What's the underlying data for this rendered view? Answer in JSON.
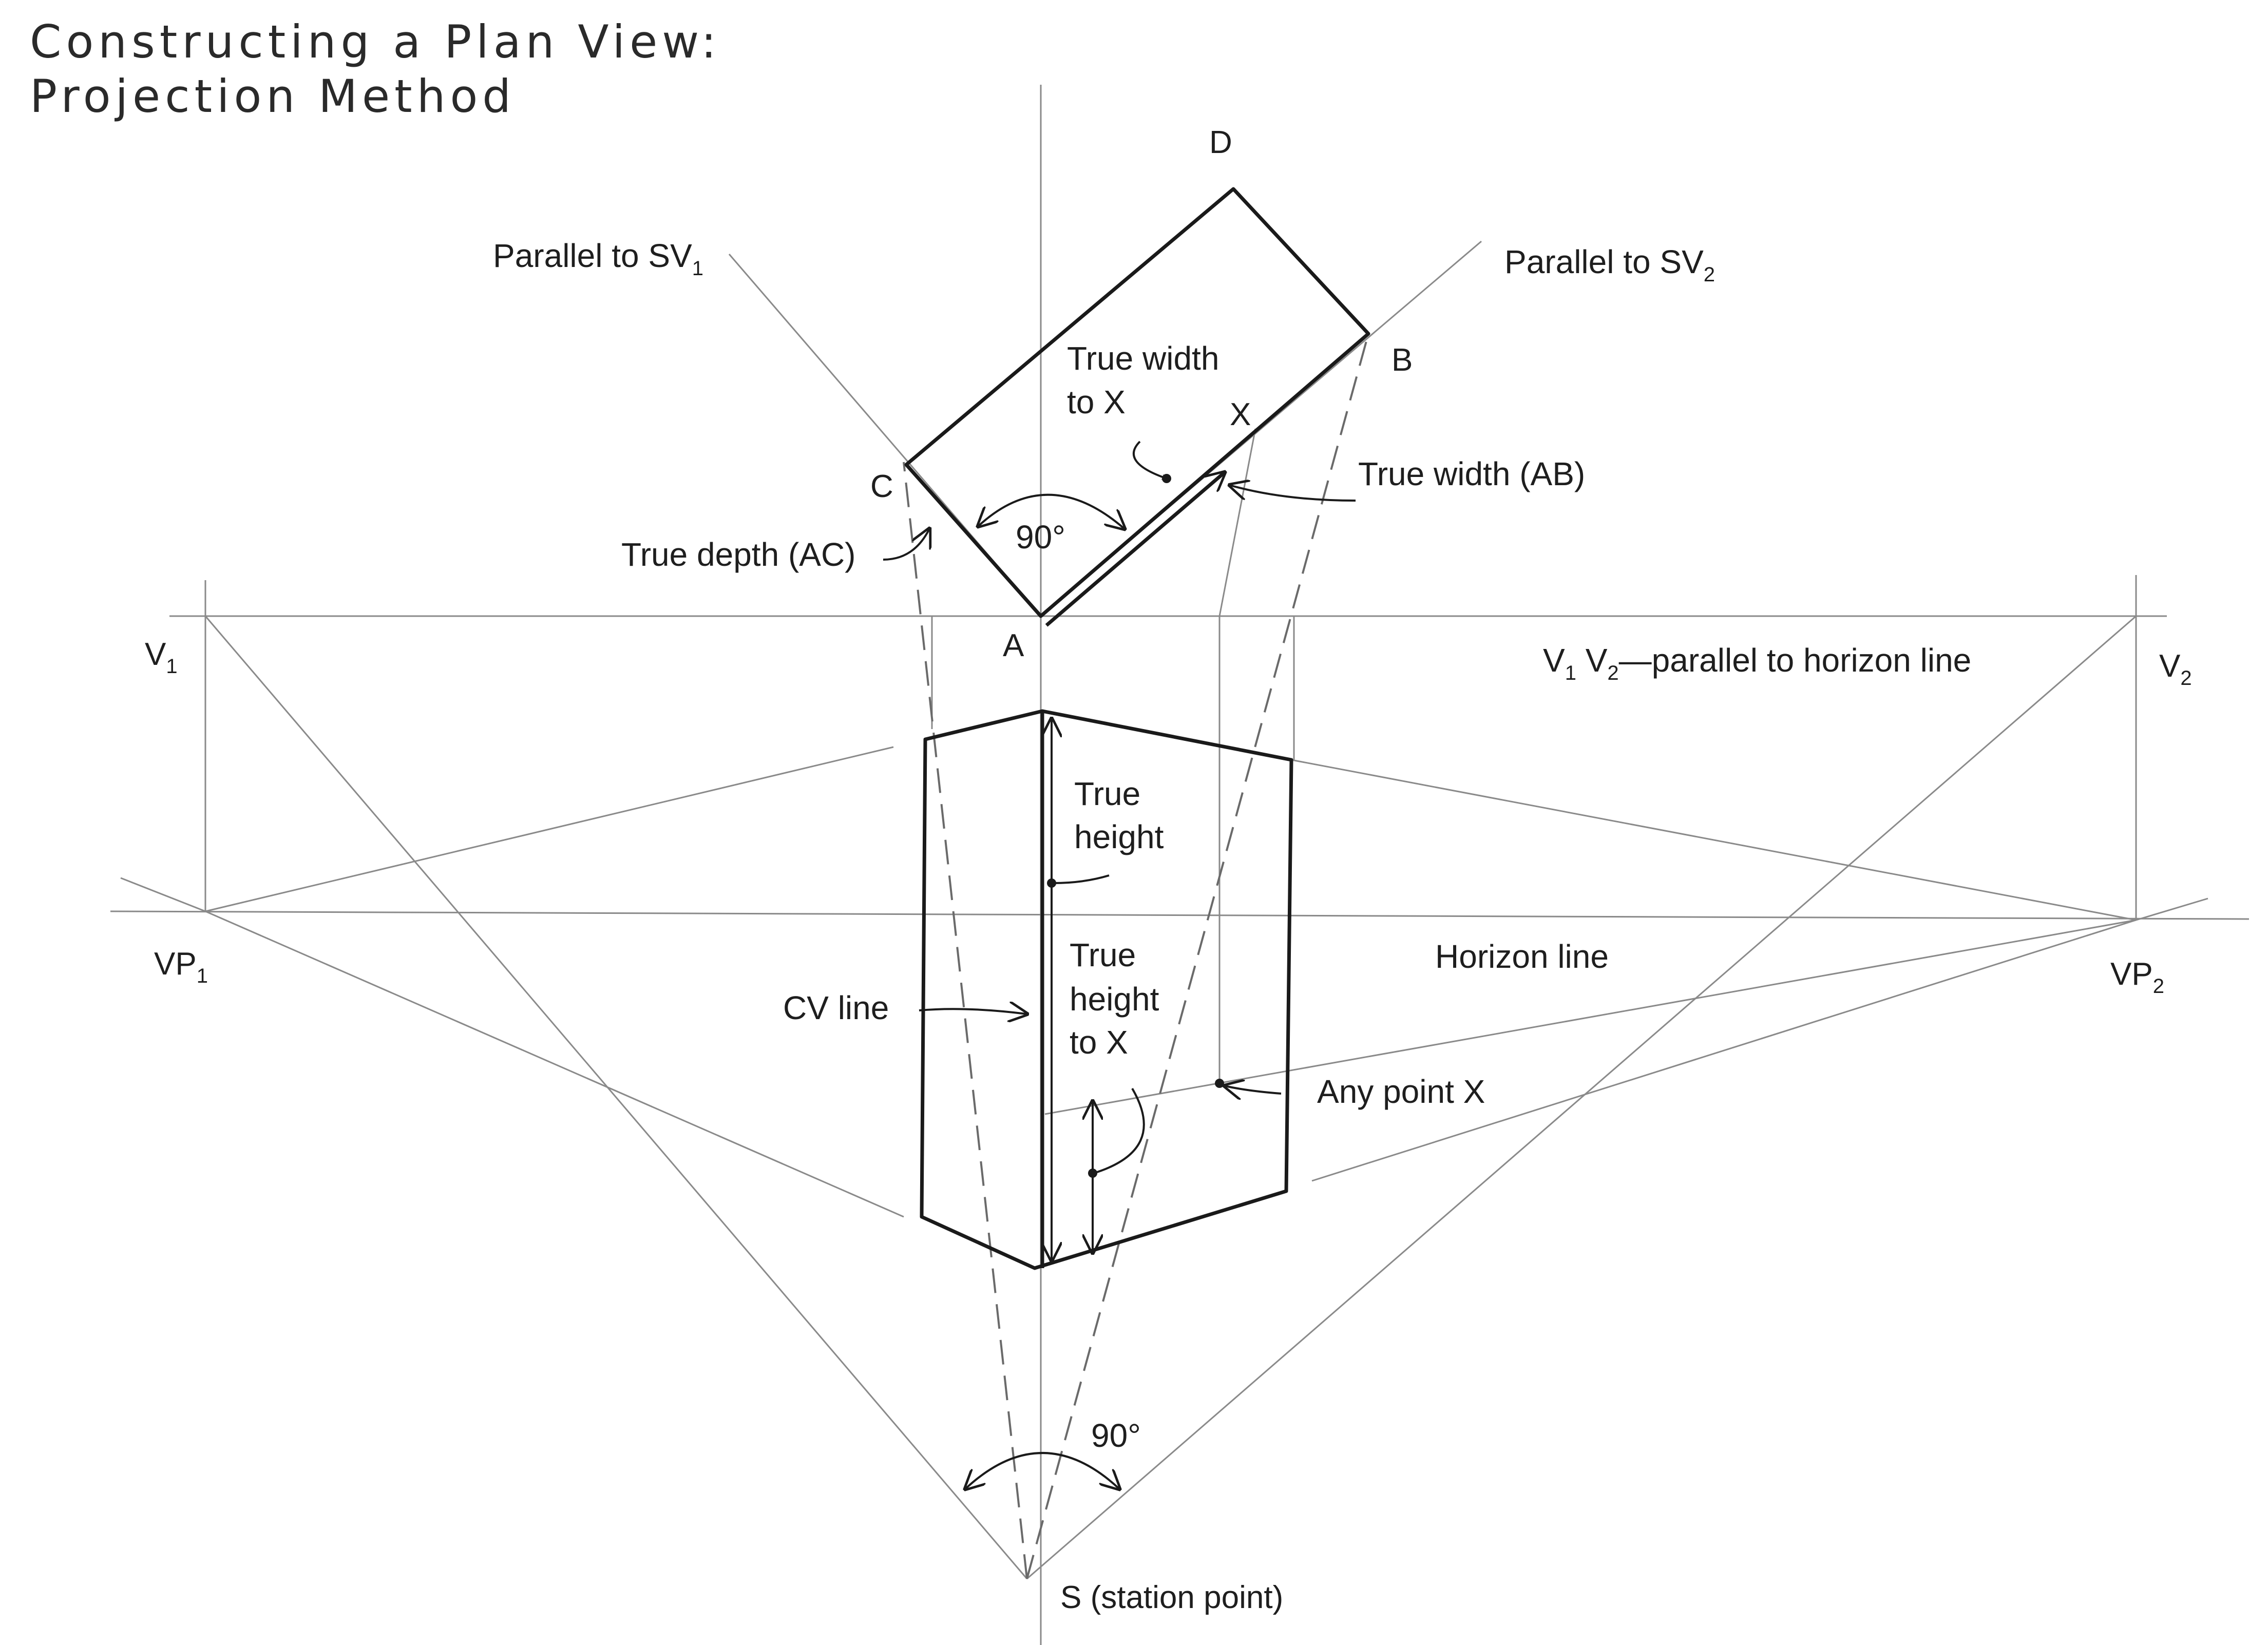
{
  "title": {
    "line1": "Constructing a Plan View:",
    "line2": "Projection Method"
  },
  "points": {
    "A": "A",
    "B": "B",
    "C": "C",
    "D": "D",
    "X": "X",
    "V1": {
      "base": "V",
      "sub": "1"
    },
    "V2": {
      "base": "V",
      "sub": "2"
    },
    "VP1": {
      "base": "VP",
      "sub": "1"
    },
    "VP2": {
      "base": "VP",
      "sub": "2"
    },
    "S": "S (station point)"
  },
  "labels": {
    "parallel_sv1": {
      "base": "Parallel to SV",
      "sub": "1"
    },
    "parallel_sv2": {
      "base": "Parallel to SV",
      "sub": "2"
    },
    "true_width_x": {
      "line1": "True width",
      "line2": "to X"
    },
    "true_width_ab": "True width (AB)",
    "true_depth_ac": "True depth (AC)",
    "angle_top": "90°",
    "angle_bottom": "90°",
    "v1v2_parallel": {
      "p1": "V",
      "s1": "1",
      "p2": " V",
      "s2": "2",
      "rest": "—parallel to horizon line"
    },
    "true_height": {
      "line1": "True",
      "line2": "height"
    },
    "true_height_x": {
      "line1": "True",
      "line2": "height",
      "line3": "to X"
    },
    "cv_line": "CV line",
    "horizon_line": "Horizon line",
    "any_point_x": "Any point X"
  }
}
